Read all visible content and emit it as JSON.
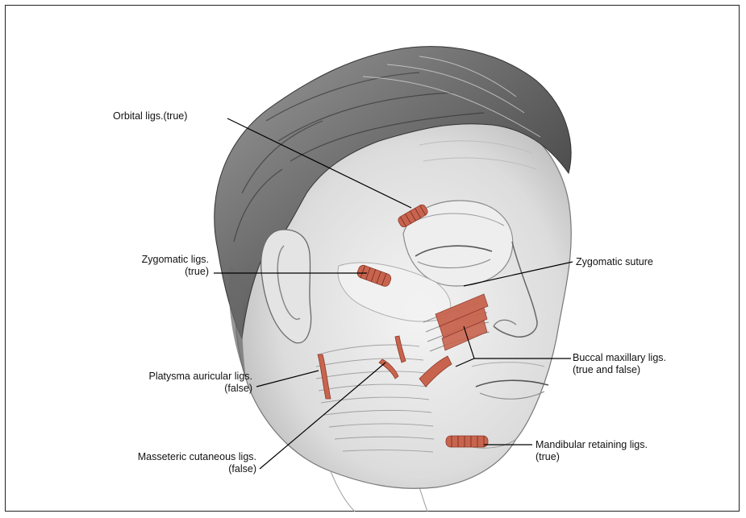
{
  "labels": {
    "orbital": "Orbital ligs.(true)",
    "zygomatic_1": "Zygomatic ligs.",
    "zygomatic_2": "(true)",
    "zygomatic_suture": "Zygomatic suture",
    "buccal_1": "Buccal maxillary ligs.",
    "buccal_2": "(true and false)",
    "platysma_1": "Platysma auricular ligs.",
    "platysma_2": "(false)",
    "masseteric_1": "Masseteric cutaneous ligs.",
    "masseteric_2": "(false)",
    "mandibular_1": "Mandibular retaining ligs.",
    "mandibular_2": "(true)"
  },
  "colors": {
    "ligament": "#c8644e",
    "ligament_dark": "#8e3a2b",
    "skin_shade": "#cfcfcf",
    "leader_line": "#000000"
  }
}
